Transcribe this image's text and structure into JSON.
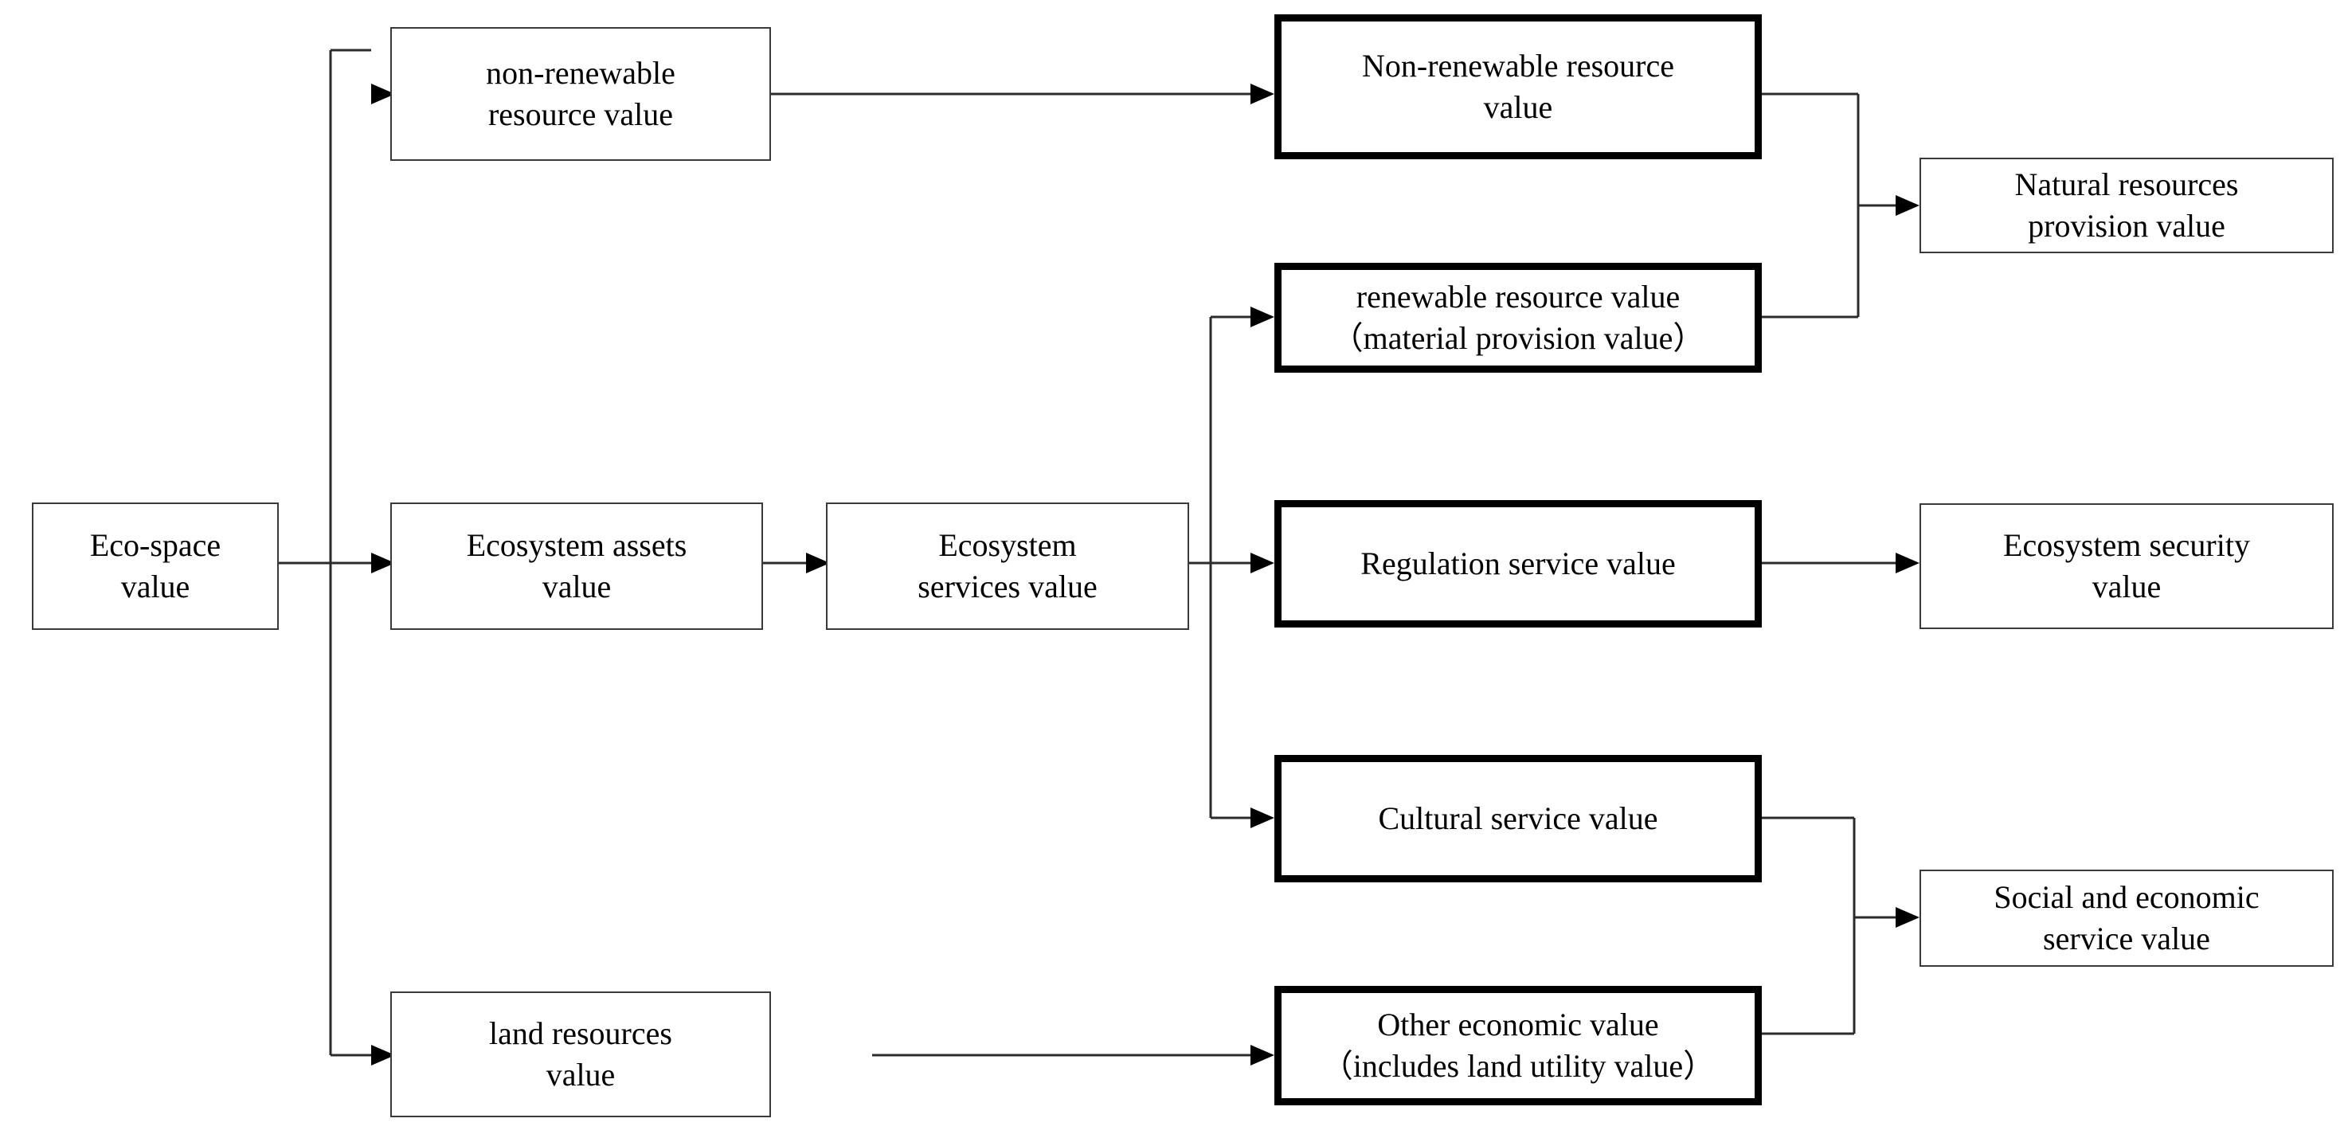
{
  "diagram": {
    "type": "flowchart",
    "title": "Eco-space value decomposition flowchart",
    "background": "#ffffff",
    "line_color": "#2b2b2b",
    "thin_border_color": "#3a3a3a",
    "thick_border_color": "#000000",
    "nodes": [
      {
        "id": "eco_space_value",
        "label": "Eco-space\nvalue",
        "style": "thin",
        "column": "source"
      },
      {
        "id": "non_renewable_resource_value",
        "label": "non-renewable\nresource value",
        "style": "thin",
        "column": "branch"
      },
      {
        "id": "ecosystem_assets_value",
        "label": "Ecosystem assets\nvalue",
        "style": "thin",
        "column": "branch"
      },
      {
        "id": "land_resources_value",
        "label": "land resources\nvalue",
        "style": "thin",
        "column": "branch"
      },
      {
        "id": "ecosystem_services_value",
        "label": "Ecosystem\nservices value",
        "style": "thin",
        "column": "middle"
      },
      {
        "id": "non_renewable_resource_value_bold",
        "label": "Non-renewable resource\nvalue",
        "style": "thick",
        "column": "category"
      },
      {
        "id": "renewable_resource_value",
        "label": "renewable resource value\n（material provision value）",
        "style": "thick",
        "column": "category"
      },
      {
        "id": "regulation_service_value",
        "label": "Regulation service value",
        "style": "thick",
        "column": "category"
      },
      {
        "id": "cultural_service_value",
        "label": "Cultural service value",
        "style": "thick",
        "column": "category"
      },
      {
        "id": "other_economic_value",
        "label": "Other economic value\n（includes land utility value）",
        "style": "thick",
        "column": "category"
      },
      {
        "id": "natural_resources_provision_value",
        "label": "Natural resources\nprovision value",
        "style": "thin",
        "column": "outcome"
      },
      {
        "id": "ecosystem_security_value",
        "label": "Ecosystem security\nvalue",
        "style": "thin",
        "column": "outcome"
      },
      {
        "id": "social_and_economic_service_value",
        "label": "Social and economic\nservice value",
        "style": "thin",
        "column": "outcome"
      }
    ],
    "edges": [
      {
        "from": "eco_space_value",
        "to": "non_renewable_resource_value"
      },
      {
        "from": "eco_space_value",
        "to": "ecosystem_assets_value"
      },
      {
        "from": "eco_space_value",
        "to": "land_resources_value"
      },
      {
        "from": "non_renewable_resource_value",
        "to": "non_renewable_resource_value_bold"
      },
      {
        "from": "ecosystem_assets_value",
        "to": "ecosystem_services_value"
      },
      {
        "from": "ecosystem_services_value",
        "to": "renewable_resource_value"
      },
      {
        "from": "ecosystem_services_value",
        "to": "regulation_service_value"
      },
      {
        "from": "ecosystem_services_value",
        "to": "cultural_service_value"
      },
      {
        "from": "land_resources_value",
        "to": "other_economic_value"
      },
      {
        "from": "non_renewable_resource_value_bold",
        "to": "natural_resources_provision_value"
      },
      {
        "from": "renewable_resource_value",
        "to": "natural_resources_provision_value"
      },
      {
        "from": "regulation_service_value",
        "to": "ecosystem_security_value"
      },
      {
        "from": "cultural_service_value",
        "to": "social_and_economic_service_value"
      },
      {
        "from": "other_economic_value",
        "to": "social_and_economic_service_value"
      }
    ]
  }
}
